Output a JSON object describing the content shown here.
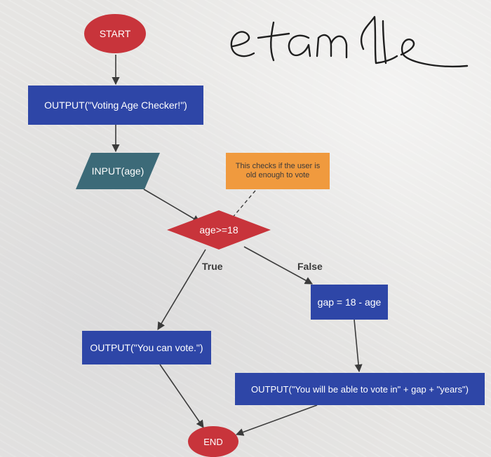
{
  "diagram": {
    "start_label": "START",
    "output_title_label": "OUTPUT(\"Voting Age Checker!\")",
    "input_label": "INPUT(age)",
    "note_label": "This checks if the user is old enough to vote",
    "decision_label": "age>=18",
    "true_label": "True",
    "false_label": "False",
    "gap_label": "gap = 18 - age",
    "can_vote_label": "OUTPUT(\"You can vote.\")",
    "will_vote_label": "OUTPUT(\"You will be able to vote in\" + gap + \"years\")",
    "end_label": "END"
  },
  "handwritten_note": "etamlle",
  "colors": {
    "process": "#2e46a7",
    "terminal": "#c8343b",
    "io": "#3c6a78",
    "note": "#f09a3e",
    "connector": "#3b3b3b"
  }
}
